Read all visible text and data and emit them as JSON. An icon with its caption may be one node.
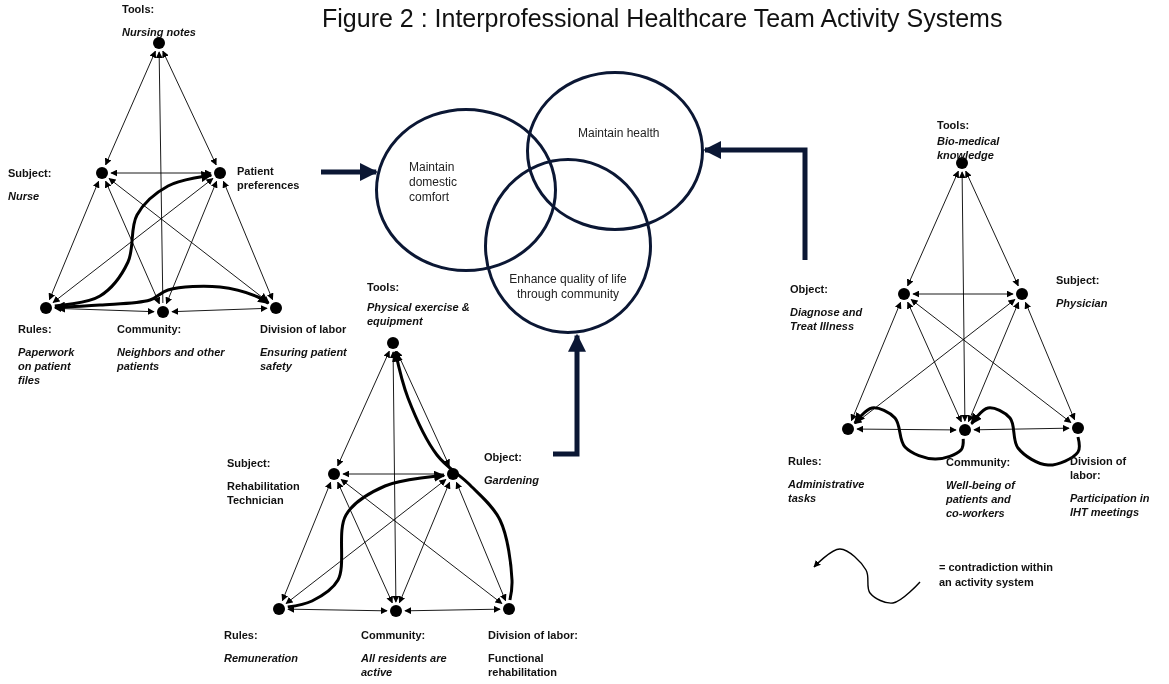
{
  "diagram": {
    "title": "Figure 2 : Interprofessional Healthcare Team Activity Systems",
    "nodes": [
      {
        "text": [],
        "shape": "circle",
        "beside": [
          "Tools:",
          "Nursing notes"
        ]
      },
      {
        "text": [],
        "shape": "circle",
        "beside": [
          "Subject:",
          "Nurse"
        ]
      },
      {
        "text": [],
        "shape": "circle",
        "beside": [
          "Patient preferences"
        ]
      },
      {
        "text": [],
        "shape": "circle",
        "beside": [
          "Rules:",
          "Paperwork on patient files"
        ]
      },
      {
        "text": [],
        "shape": "circle",
        "beside": [
          "Community:",
          "Neighbors and other patients"
        ]
      },
      {
        "text": [],
        "shape": "circle",
        "beside": [
          "Division of labor",
          "Ensuring patient safety"
        ]
      },
      {
        "text": [
          "Maintain domestic comfort"
        ]
      },
      {
        "text": [
          "Maintain health"
        ]
      },
      {
        "text": [
          "Enhance quality of life through community"
        ]
      },
      {
        "text": [],
        "shape": "circle",
        "beside": [
          "Tools:",
          "Physical exercise & equipment"
        ]
      },
      {
        "text": [],
        "shape": "circle",
        "beside": [
          "Subject:",
          "Rehabilitation Technician"
        ]
      },
      {
        "text": [],
        "shape": "circle",
        "beside": [
          "Object:",
          "Gardening"
        ]
      },
      {
        "text": [],
        "shape": "circle",
        "beside": [
          "Rules:",
          "Remuneration"
        ]
      },
      {
        "text": [],
        "shape": "circle",
        "beside": [
          "Community:",
          "All residents are active"
        ]
      },
      {
        "text": [],
        "shape": "circle",
        "beside": [
          "Division of labor:",
          "Functional rehabilitation"
        ]
      },
      {
        "text": [],
        "shape": "circle",
        "beside": [
          "Tools:",
          "Bio-medical knowledge"
        ]
      },
      {
        "text": [],
        "shape": "circle",
        "beside": [
          "Object:",
          "Diagnose and Treat Illness"
        ]
      },
      {
        "text": [],
        "shape": "circle",
        "beside": [
          "Subject:",
          "Physician"
        ]
      },
      {
        "text": [],
        "shape": "circle",
        "beside": [
          "Rules:",
          "Administrative tasks"
        ]
      },
      {
        "text": [],
        "shape": "circle",
        "beside": [
          "Community:",
          "Well-being of patients and co-workers"
        ]
      },
      {
        "text": [],
        "shape": "circle",
        "beside": [
          "Division of labor:",
          "Participation in IHT meetings"
        ]
      }
    ],
    "edges": [
      {
        "from": 0,
        "to": 1,
        "arrow": "both"
      },
      {
        "from": 0,
        "to": 2,
        "arrow": "both"
      },
      {
        "from": 4,
        "to": 0,
        "arrow": "to"
      },
      {
        "from": 1,
        "to": 2,
        "arrow": "both"
      },
      {
        "from": 1,
        "to": 3,
        "arrow": "both"
      },
      {
        "from": 1,
        "to": 4,
        "arrow": "both"
      },
      {
        "from": 1,
        "to": 5,
        "arrow": "both"
      },
      {
        "from": 2,
        "to": 3,
        "arrow": "both"
      },
      {
        "from": 2,
        "to": 4,
        "arrow": "both"
      },
      {
        "from": 2,
        "to": 5,
        "arrow": "both"
      },
      {
        "from": 3,
        "to": 4,
        "arrow": "both"
      },
      {
        "from": 4,
        "to": 5,
        "arrow": "both"
      },
      {
        "from": 3,
        "to": 2,
        "arrow": "to",
        "style": "thick"
      },
      {
        "from": 3,
        "to": 5,
        "arrow": "both",
        "style": "thick"
      },
      {
        "from": 2,
        "to": 6,
        "arrow": "to",
        "style": "thick",
        "color": "#0b1734"
      },
      {
        "from": 9,
        "to": 10,
        "arrow": "both"
      },
      {
        "from": 9,
        "to": 11,
        "arrow": "both"
      },
      {
        "from": 9,
        "to": 13,
        "arrow": "both"
      },
      {
        "from": 11,
        "to": 10,
        "arrow": "to"
      },
      {
        "from": 10,
        "to": 12,
        "arrow": "both"
      },
      {
        "from": 10,
        "to": 13,
        "arrow": "both"
      },
      {
        "from": 10,
        "to": 14,
        "arrow": "both"
      },
      {
        "from": 11,
        "to": 12,
        "arrow": "both"
      },
      {
        "from": 11,
        "to": 13,
        "arrow": "both"
      },
      {
        "from": 11,
        "to": 14,
        "arrow": "both"
      },
      {
        "from": 12,
        "to": 13,
        "arrow": "both"
      },
      {
        "from": 13,
        "to": 14,
        "arrow": "both"
      },
      {
        "from": 12,
        "to": 11,
        "arrow": "to",
        "style": "thick"
      },
      {
        "from": 14,
        "to": 9,
        "arrow": "to",
        "style": "thick"
      },
      {
        "from": 11,
        "to": 8,
        "arrow": "to",
        "style": "thick",
        "color": "#0b1734"
      },
      {
        "from": 15,
        "to": 16,
        "arrow": "both"
      },
      {
        "from": 15,
        "to": 17,
        "arrow": "both"
      },
      {
        "from": 15,
        "to": 19,
        "arrow": "both"
      },
      {
        "from": 16,
        "to": 17,
        "arrow": "both"
      },
      {
        "from": 16,
        "to": 18,
        "arrow": "both"
      },
      {
        "from": 16,
        "to": 19,
        "arrow": "both"
      },
      {
        "from": 16,
        "to": 20,
        "arrow": "both"
      },
      {
        "from": 17,
        "to": 18,
        "arrow": "both"
      },
      {
        "from": 17,
        "to": 19,
        "arrow": "both"
      },
      {
        "from": 17,
        "to": 20,
        "arrow": "both"
      },
      {
        "from": 18,
        "to": 19,
        "arrow": "both"
      },
      {
        "from": 19,
        "to": 20,
        "arrow": "both"
      },
      {
        "from": 19,
        "to": 18,
        "arrow": "to",
        "style": "thick"
      },
      {
        "from": 20,
        "to": 19,
        "arrow": "to",
        "style": "thick"
      },
      {
        "from": 16,
        "to": 7,
        "arrow": "to",
        "style": "thick",
        "color": "#0b1734"
      }
    ],
    "legend": [
      {
        "text": "= contradiction within an activity system"
      }
    ]
  }
}
